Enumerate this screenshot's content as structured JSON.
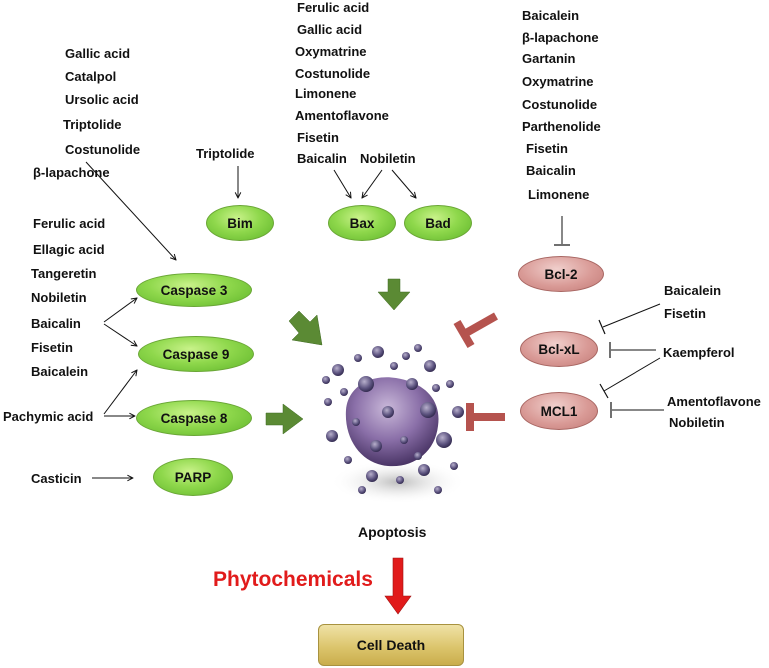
{
  "top_col1": [
    "Gallic acid",
    "Catalpol",
    "Ursolic acid",
    "Triptolide",
    "Costunolide"
  ],
  "left_col": [
    "β-lapachone",
    "Ferulic acid",
    "Ellagic acid",
    "Tangeretin",
    "Nobiletin",
    "Baicalin",
    "Fisetin",
    "Baicalein"
  ],
  "triptolide_bim": "Triptolide",
  "bax_col": [
    "Ferulic acid",
    "Gallic acid",
    "Oxymatrine",
    "Costunolide",
    "Limonene",
    "Amentoflavone",
    "Fisetin",
    "Baicalin"
  ],
  "nobiletin_bad": "Nobiletin",
  "bcl2_col": [
    "Baicalein",
    "β-lapachone",
    "Gartanin",
    "Oxymatrine",
    "Costunolide",
    "Parthenolide",
    "Fisetin",
    "Baicalin",
    "Limonene"
  ],
  "bclxl_col": [
    "Baicalein",
    "Fisetin"
  ],
  "kaempferol": "Kaempferol",
  "mcl1_col": [
    "Amentoflavone",
    "Nobiletin"
  ],
  "pachymic_acid": "Pachymic acid",
  "casticin": "Casticin",
  "nodes": {
    "caspase3": "Caspase 3",
    "caspase9": "Caspase 9",
    "caspase8": "Caspase 8",
    "parp": "PARP",
    "bim": "Bim",
    "bax": "Bax",
    "bad": "Bad",
    "bcl2": "Bcl-2",
    "bclxl": "Bcl-xL",
    "mcl1": "MCL1"
  },
  "apoptosis": "Apoptosis",
  "phytochemicals": "Phytochemicals",
  "cell_death": "Cell Death",
  "colors": {
    "pro_apoptotic_node": "#8fd84c",
    "anti_apoptotic_node": "#d99a96",
    "activation_arrow": "#5b8a34",
    "inhibition_bar": "#b5534e",
    "phytochemicals_text": "#e11b1b",
    "cell_death_box": "#dcc56d"
  }
}
